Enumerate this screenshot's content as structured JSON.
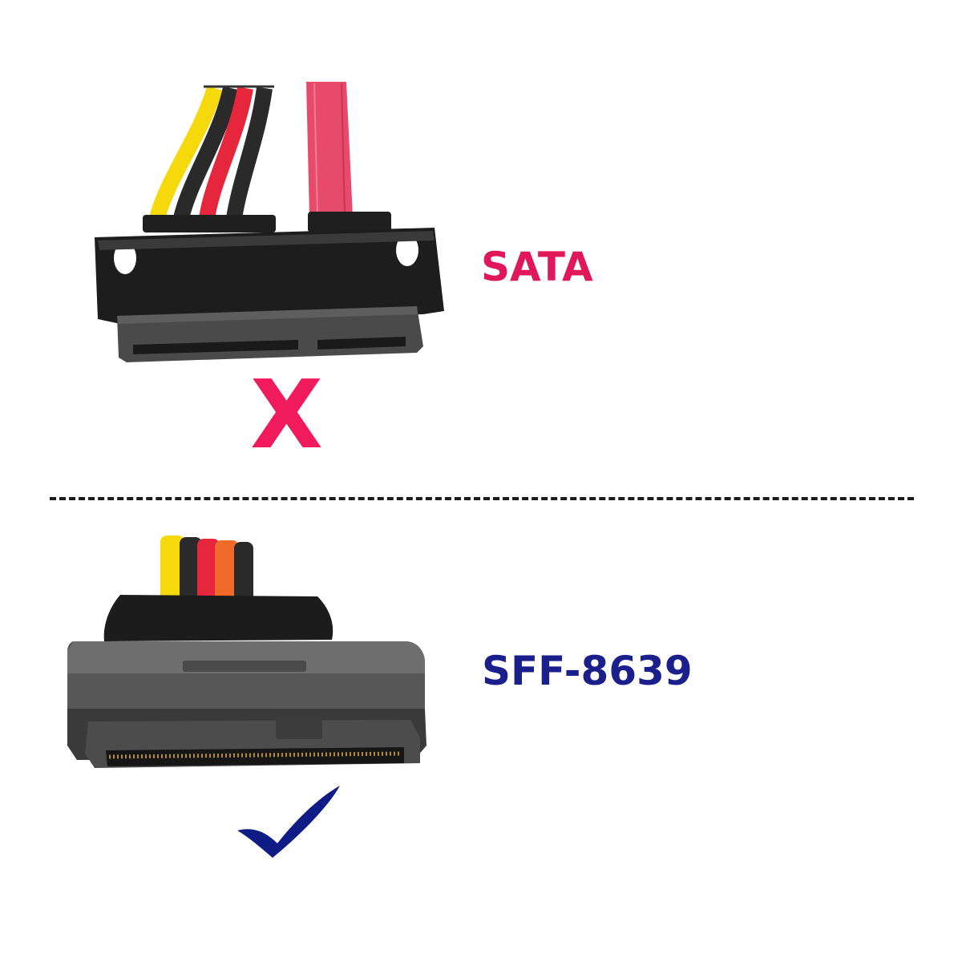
{
  "sata": {
    "label": "SATA",
    "mark": "X",
    "label_color": "#e0185a",
    "mark_color": "#f01a5c",
    "status": "incompatible"
  },
  "sff": {
    "label": "SFF-8639",
    "label_color": "#1a1f8c",
    "mark_color": "#101c86",
    "status": "compatible"
  },
  "icons": {
    "cross": "cross-icon",
    "check": "checkmark-icon"
  },
  "wire_colors": {
    "yellow": "#f5d90c",
    "black": "#2a2a2a",
    "red": "#e5263c",
    "pink": "#e84a6c",
    "orange": "#f06a2a"
  }
}
